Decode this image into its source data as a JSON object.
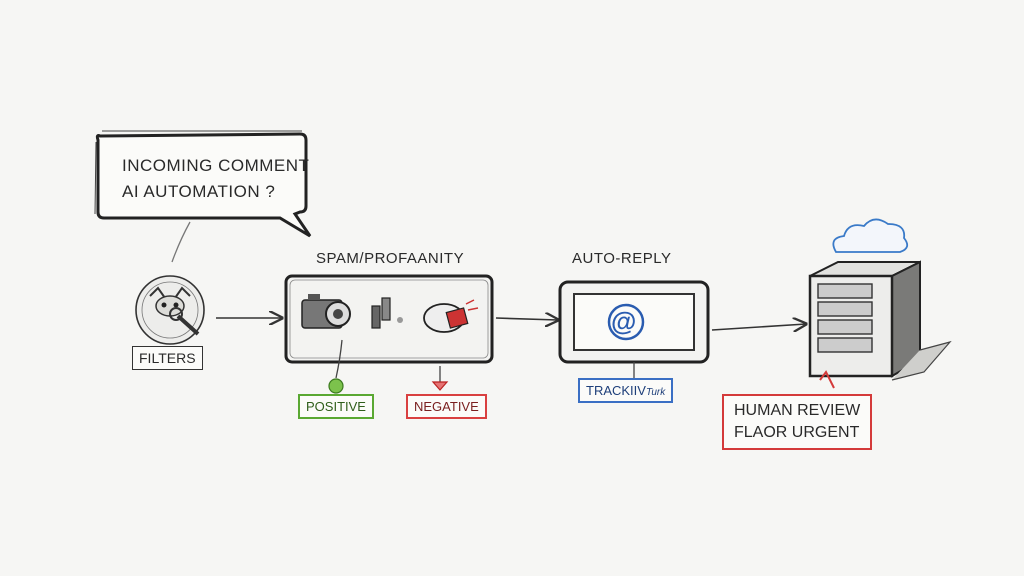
{
  "speech_bubble": {
    "line1": "INCOMING COMMENT",
    "line2": "AI AUTOMATION ?"
  },
  "filters": {
    "label": "FILTERS"
  },
  "spam_box": {
    "label": "SPAM/PROFAANITY"
  },
  "sentiment": {
    "positive": "POSITIVE",
    "negative": "NEGATIVE"
  },
  "auto_reply": {
    "label": "AUTO-REPLY",
    "symbol": "@"
  },
  "tracking": {
    "label": "TRACKIIV",
    "suffix": "Turk"
  },
  "human_review": {
    "line1": "HUMAN REVIEW",
    "line2": "FLAOR URGENT"
  },
  "colors": {
    "positive": "#5aa832",
    "negative": "#d94040",
    "tracking": "#3a6fc4",
    "urgent": "#d43a3a",
    "cloud": "#3a7ac8"
  }
}
